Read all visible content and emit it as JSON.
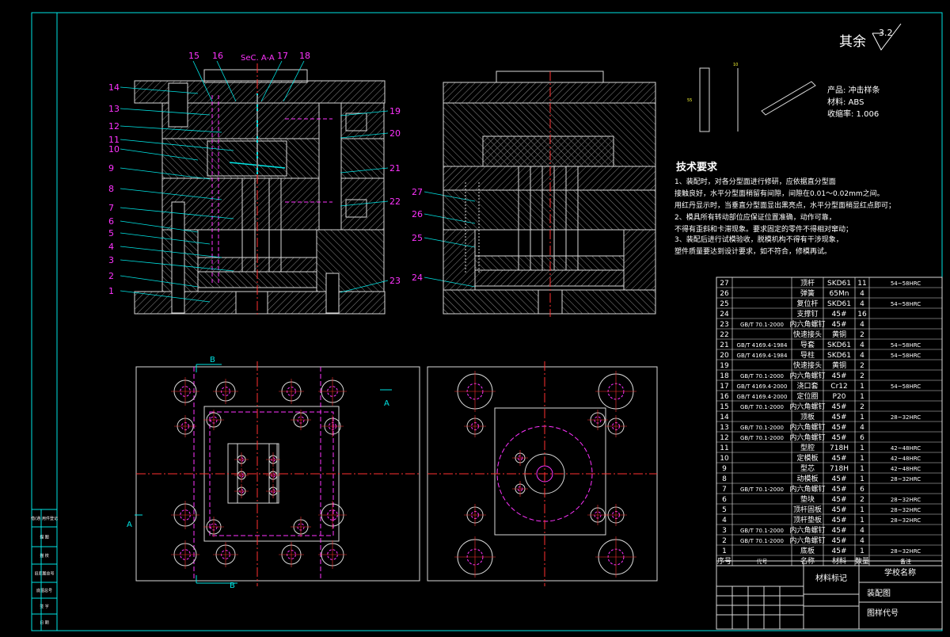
{
  "section_label": "SeC. A-A",
  "section_mark_b": "B",
  "section_mark_a": "A",
  "roughness": {
    "prefix": "其余",
    "value": "3.2"
  },
  "product_info": [
    "产品: 冲击样条",
    "材料: ABS",
    "收缩率: 1.006"
  ],
  "tech_title": "技术要求",
  "tech_lines": [
    "1、装配时，对各分型面进行修研，应依据直分型面",
    "接触良好，水平分型面稍留有间隙，间隙在0.01～0.02mm之间。",
    "用红丹显示时，当垂直分型面显出黑亮点，水平分型面稍显红点即可；",
    "2、模具所有转动部位应保证位置准确，动作可靠，",
    "不得有歪斜和卡滞现象。要求固定的零件不得相对窜动；",
    "3、装配后进行试模验收，脱模机构不得有干涉现象，",
    "塑件质量要达到设计要求，如不符合，修模再试。"
  ],
  "callouts_left": [
    "14",
    "13",
    "12",
    "11",
    "10",
    "9",
    "8",
    "7",
    "6",
    "5",
    "4",
    "3",
    "2",
    "1"
  ],
  "callouts_top": [
    "15",
    "16",
    "17",
    "18"
  ],
  "callouts_right": [
    "19",
    "20",
    "21",
    "22",
    "23"
  ],
  "callouts_right_view": [
    "27",
    "26",
    "25",
    "24"
  ],
  "bom_rows": [
    {
      "no": "27",
      "std": "",
      "name": "顶杆",
      "mat": "SKD61",
      "qty": "11",
      "note": "54~58HRC"
    },
    {
      "no": "26",
      "std": "",
      "name": "弹簧",
      "mat": "65Mn",
      "qty": "4",
      "note": ""
    },
    {
      "no": "25",
      "std": "",
      "name": "复位杆",
      "mat": "SKD61",
      "qty": "4",
      "note": "54~58HRC"
    },
    {
      "no": "24",
      "std": "",
      "name": "支撑钉",
      "mat": "45#",
      "qty": "16",
      "note": ""
    },
    {
      "no": "23",
      "std": "GB/T 70.1-2000",
      "name": "内六角螺钉",
      "mat": "45#",
      "qty": "4",
      "note": ""
    },
    {
      "no": "22",
      "std": "",
      "name": "快速接头",
      "mat": "黄铜",
      "qty": "2",
      "note": ""
    },
    {
      "no": "21",
      "std": "GB/T 4169.4-1984",
      "name": "导套",
      "mat": "SKD61",
      "qty": "4",
      "note": "54~58HRC"
    },
    {
      "no": "20",
      "std": "GB/T 4169.4-1984",
      "name": "导柱",
      "mat": "SKD61",
      "qty": "4",
      "note": "54~58HRC"
    },
    {
      "no": "19",
      "std": "",
      "name": "快速接头",
      "mat": "黄铜",
      "qty": "2",
      "note": ""
    },
    {
      "no": "18",
      "std": "GB/T 70.1-2000",
      "name": "内六角螺钉",
      "mat": "45#",
      "qty": "2",
      "note": ""
    },
    {
      "no": "17",
      "std": "GB/T 4169.4-2000",
      "name": "浇口套",
      "mat": "Cr12",
      "qty": "1",
      "note": "54~58HRC"
    },
    {
      "no": "16",
      "std": "GB/T 4169.4-2000",
      "name": "定位圈",
      "mat": "P20",
      "qty": "1",
      "note": ""
    },
    {
      "no": "15",
      "std": "GB/T 70.1-2000",
      "name": "内六角螺钉",
      "mat": "45#",
      "qty": "2",
      "note": ""
    },
    {
      "no": "14",
      "std": "",
      "name": "顶板",
      "mat": "45#",
      "qty": "1",
      "note": "28~32HRC"
    },
    {
      "no": "13",
      "std": "GB/T 70.1-2000",
      "name": "内六角螺钉",
      "mat": "45#",
      "qty": "4",
      "note": ""
    },
    {
      "no": "12",
      "std": "GB/T 70.1-2000",
      "name": "内六角螺钉",
      "mat": "45#",
      "qty": "6",
      "note": ""
    },
    {
      "no": "11",
      "std": "",
      "name": "型腔",
      "mat": "718H",
      "qty": "1",
      "note": "42~48HRC"
    },
    {
      "no": "10",
      "std": "",
      "name": "定模板",
      "mat": "45#",
      "qty": "1",
      "note": "42~48HRC"
    },
    {
      "no": "9",
      "std": "",
      "name": "型芯",
      "mat": "718H",
      "qty": "1",
      "note": "42~48HRC"
    },
    {
      "no": "8",
      "std": "",
      "name": "动模板",
      "mat": "45#",
      "qty": "1",
      "note": "28~32HRC"
    },
    {
      "no": "7",
      "std": "GB/T 70.1-2000",
      "name": "内六角螺钉",
      "mat": "45#",
      "qty": "6",
      "note": ""
    },
    {
      "no": "6",
      "std": "",
      "name": "垫块",
      "mat": "45#",
      "qty": "2",
      "note": "28~32HRC"
    },
    {
      "no": "5",
      "std": "",
      "name": "顶杆固板",
      "mat": "45#",
      "qty": "1",
      "note": "28~32HRC"
    },
    {
      "no": "4",
      "std": "",
      "name": "顶杆垫板",
      "mat": "45#",
      "qty": "1",
      "note": "28~32HRC"
    },
    {
      "no": "3",
      "std": "GB/T 70.1-2000",
      "name": "内六角螺钉",
      "mat": "45#",
      "qty": "4",
      "note": ""
    },
    {
      "no": "2",
      "std": "GB/T 70.1-2000",
      "name": "内六角螺钉",
      "mat": "45#",
      "qty": "4",
      "note": ""
    },
    {
      "no": "1",
      "std": "",
      "name": "底板",
      "mat": "45#",
      "qty": "1",
      "note": "28~32HRC"
    }
  ],
  "bom_header": {
    "no": "序号",
    "std": "代号",
    "name": "名称",
    "mat": "材料",
    "qty": "数量",
    "note": "备注"
  },
  "title_block": {
    "material_mark": "材料标记",
    "school": "学校名称",
    "drawing_name": "装配图",
    "drawing_code": "图样代号"
  },
  "left_strip": [
    "借(通)用件登记",
    "描 图",
    "描 校",
    "旧底图总号",
    "底图总号",
    "签 字",
    "日 期"
  ],
  "colors": {
    "line": "#d8d8d8",
    "border": "#00e5e5",
    "callout": "#ff33ff",
    "leader": "#00e5e5",
    "hidden": "#ff33ff",
    "center": "#ff3030",
    "text": "#ffffff"
  }
}
